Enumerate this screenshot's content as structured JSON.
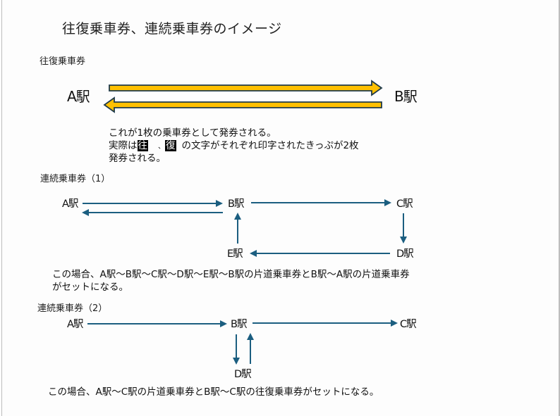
{
  "title": "往復乗車券、連続乗車券のイメージ",
  "section_round_trip": {
    "heading": "往復乗車券",
    "station_a": "A駅",
    "station_b": "B駅",
    "description_line1": "これが1枚の乗車券として発券される。",
    "description_line2_prefix": "実際は",
    "highlight_outbound": "往",
    "separator": "、",
    "highlight_return": "復",
    "description_line2_suffix": "の文字がそれぞれ印字されたきっぷが2枚",
    "description_line3": "発券される。",
    "arrow_color": "#FFC000",
    "arrow_outline": "#1f3a4a"
  },
  "section_continuous1": {
    "heading": "連続乗車券（1）",
    "stations": {
      "a": "A駅",
      "b": "B駅",
      "c": "C駅",
      "d": "D駅",
      "e": "E駅"
    },
    "routes": [
      {
        "from": "A駅",
        "to": "B駅"
      },
      {
        "from": "B駅",
        "to": "A駅"
      },
      {
        "from": "B駅",
        "to": "C駅"
      },
      {
        "from": "C駅",
        "to": "D駅"
      },
      {
        "from": "D駅",
        "to": "E駅"
      },
      {
        "from": "E駅",
        "to": "B駅"
      }
    ],
    "note_line1": "この場合、A駅～B駅～C駅～D駅～E駅～B駅の片道乗車券とB駅～A駅の片道乗車券",
    "note_line2": "がセットになる。"
  },
  "section_continuous2": {
    "heading": "連続乗車券（2）",
    "stations": {
      "a": "A駅",
      "b": "B駅",
      "c": "C駅",
      "d": "D駅"
    },
    "routes": [
      {
        "from": "A駅",
        "to": "B駅"
      },
      {
        "from": "B駅",
        "to": "C駅"
      },
      {
        "from": "B駅",
        "to": "D駅"
      },
      {
        "from": "D駅",
        "to": "B駅"
      }
    ],
    "note": "この場合、A駅～C駅の片道乗車券とB駅～C駅の往復乗車券がセットになる。"
  },
  "arrow_line_color": "#1b5e80"
}
